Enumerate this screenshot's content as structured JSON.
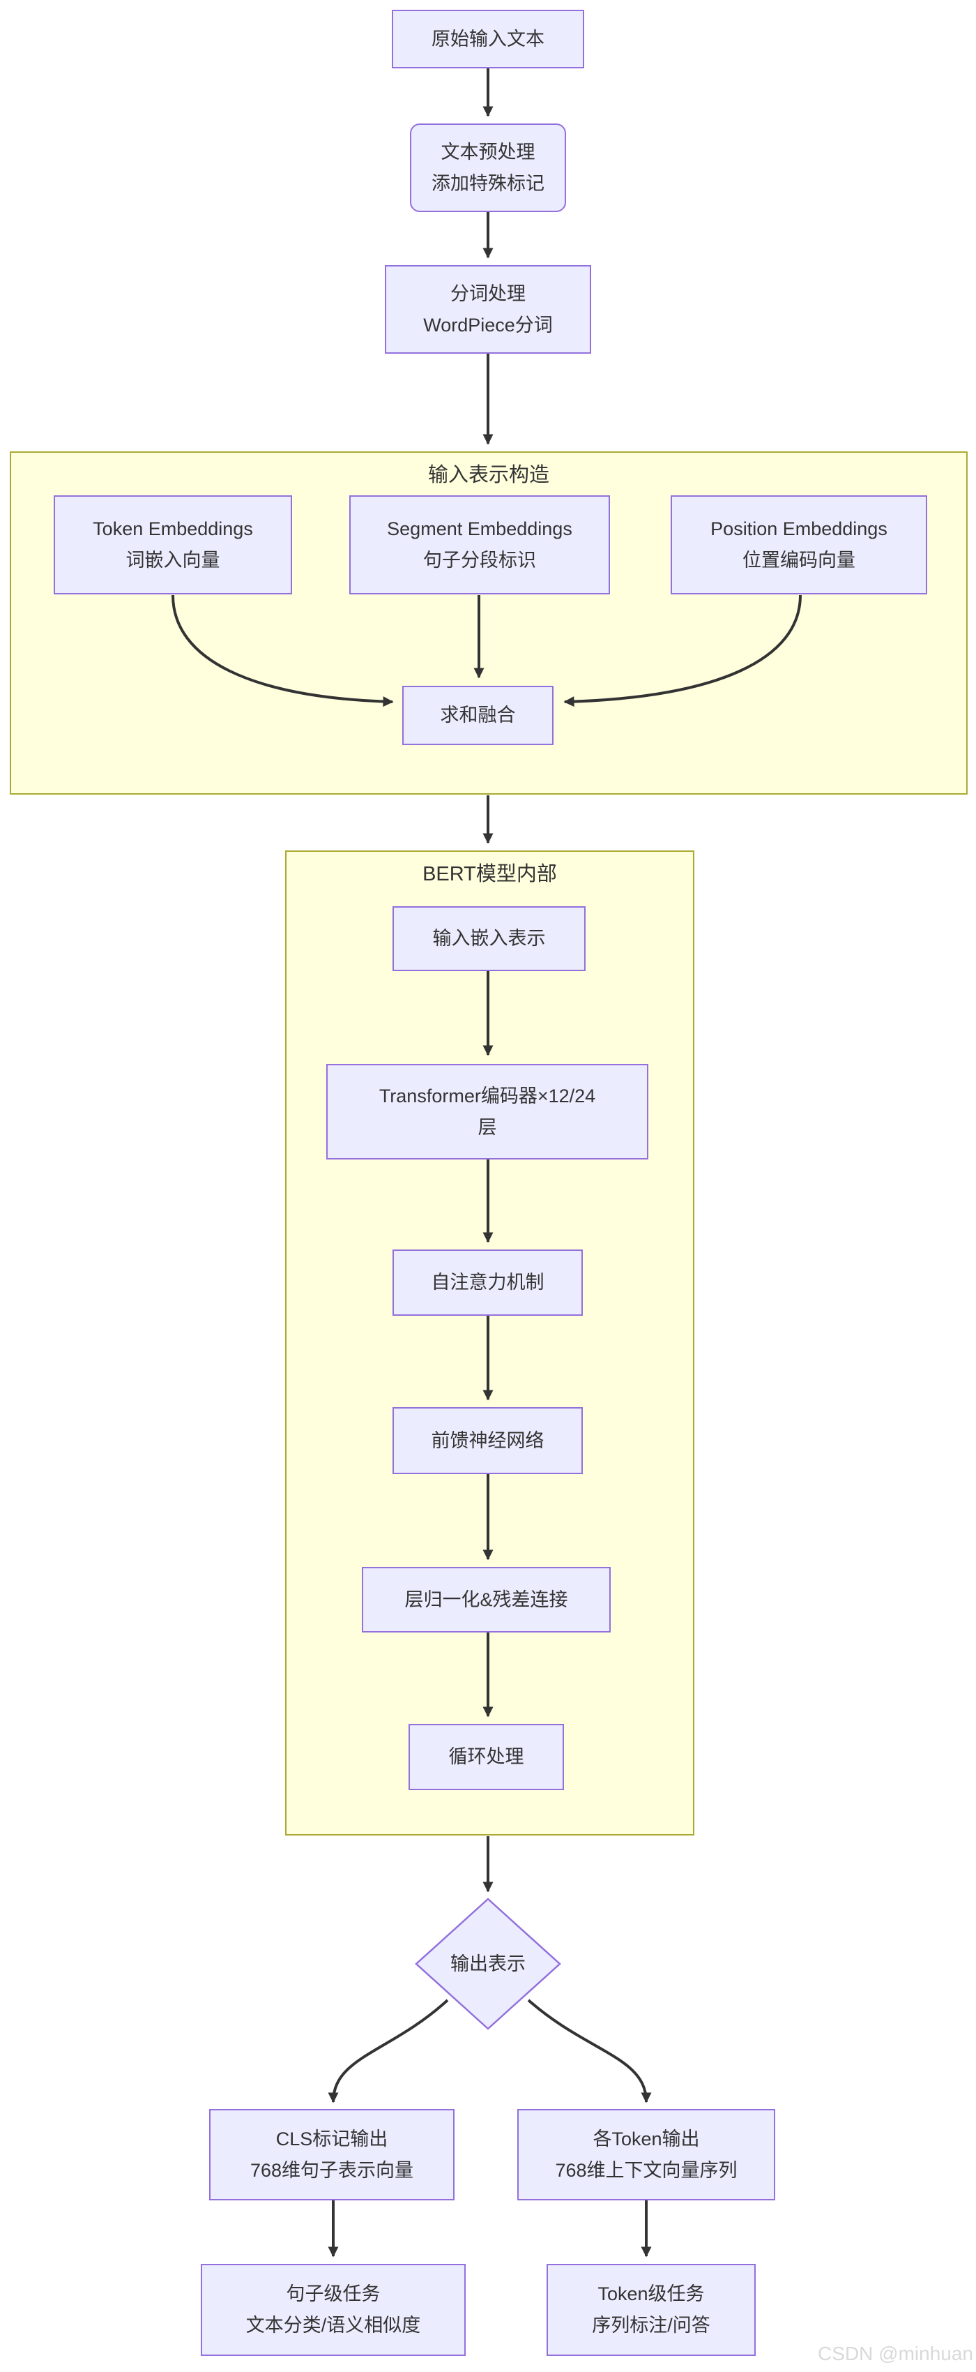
{
  "watermark": "CSDN @minhuan",
  "colors": {
    "node_fill": "#ECECFF",
    "node_border": "#9370DB",
    "cluster_fill": "#FFFFDE",
    "cluster_border": "#AAAA33",
    "edge": "#333333",
    "text": "#333333",
    "watermark_color": "#D9D9D9",
    "background": "#FFFFFF"
  },
  "clusters": {
    "input_construction": {
      "title": "输入表示构造"
    },
    "bert_internal": {
      "title": "BERT模型内部"
    }
  },
  "nodes": {
    "raw_input": {
      "line1": "原始输入文本"
    },
    "preprocess": {
      "line1": "文本预处理",
      "line2": "添加特殊标记"
    },
    "tokenize": {
      "line1": "分词处理",
      "line2": "WordPiece分词"
    },
    "token_embeddings": {
      "line1": "Token Embeddings",
      "line2": "词嵌入向量"
    },
    "segment_embeddings": {
      "line1": "Segment Embeddings",
      "line2": "句子分段标识"
    },
    "position_embeddings": {
      "line1": "Position Embeddings",
      "line2": "位置编码向量"
    },
    "sum_fusion": {
      "line1": "求和融合"
    },
    "input_embedding": {
      "line1": "输入嵌入表示"
    },
    "transformer": {
      "line1": "Transformer编码器×12/24",
      "line2": "层"
    },
    "self_attention": {
      "line1": "自注意力机制"
    },
    "feed_forward": {
      "line1": "前馈神经网络"
    },
    "layer_norm": {
      "line1": "层归一化&残差连接"
    },
    "loop": {
      "line1": "循环处理"
    },
    "output_repr": {
      "line1": "输出表示"
    },
    "cls_output": {
      "line1": "CLS标记输出",
      "line2": "768维句子表示向量"
    },
    "token_outputs": {
      "line1": "各Token输出",
      "line2": "768维上下文向量序列"
    },
    "sentence_tasks": {
      "line1": "句子级任务",
      "line2": "文本分类/语义相似度"
    },
    "token_tasks": {
      "line1": "Token级任务",
      "line2": "序列标注/问答"
    }
  },
  "edges": [
    {
      "from": "raw_input",
      "to": "preprocess"
    },
    {
      "from": "preprocess",
      "to": "tokenize"
    },
    {
      "from": "tokenize",
      "to": "input_construction"
    },
    {
      "from": "token_embeddings",
      "to": "sum_fusion"
    },
    {
      "from": "segment_embeddings",
      "to": "sum_fusion"
    },
    {
      "from": "position_embeddings",
      "to": "sum_fusion"
    },
    {
      "from": "input_construction",
      "to": "bert_internal"
    },
    {
      "from": "input_embedding",
      "to": "transformer"
    },
    {
      "from": "transformer",
      "to": "self_attention"
    },
    {
      "from": "self_attention",
      "to": "feed_forward"
    },
    {
      "from": "feed_forward",
      "to": "layer_norm"
    },
    {
      "from": "layer_norm",
      "to": "loop"
    },
    {
      "from": "bert_internal",
      "to": "output_repr"
    },
    {
      "from": "output_repr",
      "to": "cls_output"
    },
    {
      "from": "output_repr",
      "to": "token_outputs"
    },
    {
      "from": "cls_output",
      "to": "sentence_tasks"
    },
    {
      "from": "token_outputs",
      "to": "token_tasks"
    }
  ]
}
